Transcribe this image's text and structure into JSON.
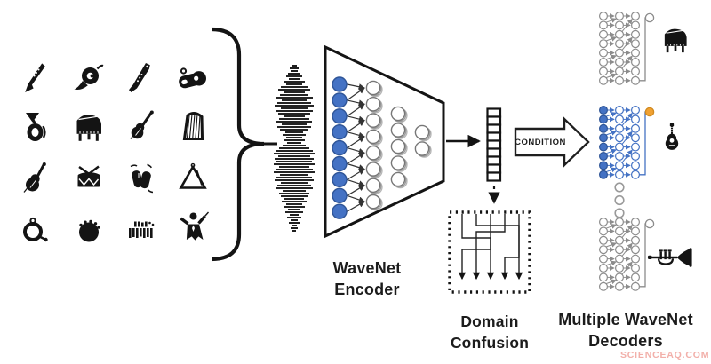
{
  "labels": {
    "encoder_line1": "WaveNet",
    "encoder_line2": "Encoder",
    "confusion_line1": "Domain",
    "confusion_line2": "Confusion",
    "decoders_line1": "Multiple WaveNet",
    "decoders_line2": "Decoders",
    "condition": "CONDITION"
  },
  "watermark": "SCIENCEAQ.COM",
  "colors": {
    "ink": "#141414",
    "blue": "#4472C4",
    "blue_dark": "#2F5597",
    "orange": "#F0A132",
    "orange_dark": "#D18A20",
    "gray": "#8C8C8C",
    "stack_gray": "#777777",
    "watermark": "#F2AFA9"
  },
  "source_instruments": [
    {
      "name": "clarinet"
    },
    {
      "name": "french-horn"
    },
    {
      "name": "recorder"
    },
    {
      "name": "whistle"
    },
    {
      "name": "tuba"
    },
    {
      "name": "grand-piano"
    },
    {
      "name": "violin"
    },
    {
      "name": "harp"
    },
    {
      "name": "cello"
    },
    {
      "name": "snare-drum"
    },
    {
      "name": "clapping-hands"
    },
    {
      "name": "triangle"
    },
    {
      "name": "timpani"
    },
    {
      "name": "tambourine"
    },
    {
      "name": "xylophone"
    },
    {
      "name": "conductor"
    }
  ],
  "encoder": {
    "funnel_columns": [
      9,
      8,
      5,
      2
    ]
  },
  "latent_vector": {
    "cells": 9
  },
  "domain_confusion": {
    "num_streams": 5,
    "permutation": [
      2,
      4,
      0,
      1,
      3
    ]
  },
  "decoders": {
    "items": [
      {
        "instrument": "piano",
        "theme": "gray",
        "highlight_output": false
      },
      {
        "instrument": "guitar",
        "theme": "blue",
        "highlight_output": true
      },
      {
        "instrument": "trumpet",
        "theme": "gray",
        "highlight_output": false
      }
    ],
    "ellipsis_dots": 3
  },
  "waveform": {
    "amplitudes": [
      3,
      5,
      4,
      7,
      9,
      6,
      12,
      9,
      15,
      18,
      12,
      16,
      21,
      14,
      19,
      22,
      15,
      21,
      18,
      12,
      17,
      20,
      14,
      19,
      16,
      10,
      13,
      9,
      12,
      8,
      13,
      17,
      21,
      23,
      18,
      22,
      20,
      23,
      17,
      21,
      23,
      16,
      20,
      22,
      15,
      19,
      21,
      13,
      17,
      15,
      11,
      14,
      9,
      12,
      7,
      10,
      5,
      8,
      4,
      6,
      3,
      4,
      2
    ]
  }
}
